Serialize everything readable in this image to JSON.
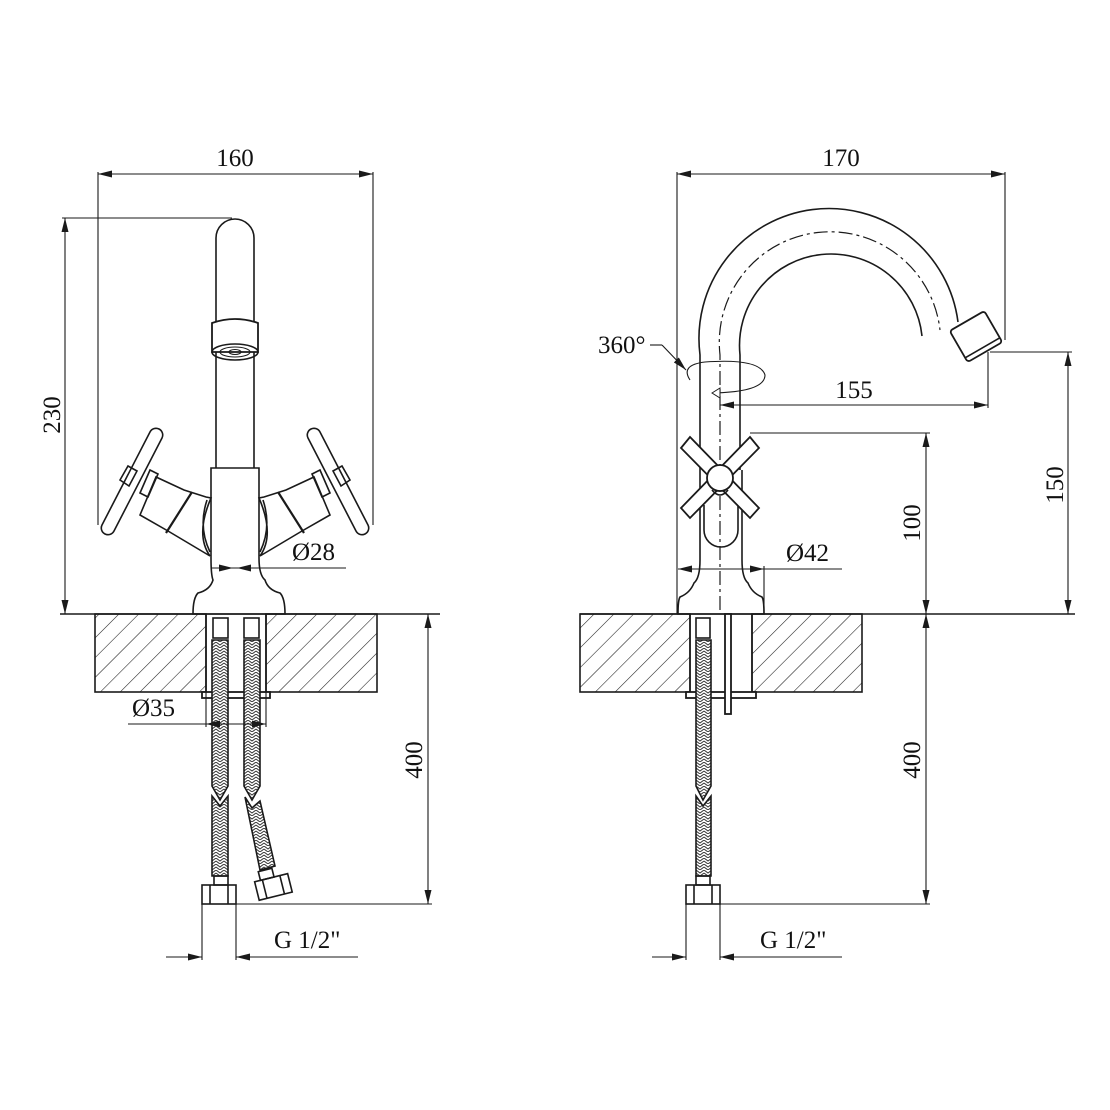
{
  "drawing": {
    "type": "technical-dimension-drawing",
    "subject": "two-handle basin mixer faucet",
    "line_color": "#1a1a1a",
    "background": "#ffffff"
  },
  "front_view": {
    "overall_width": "160",
    "overall_height": "230",
    "body_diameter": "Ø28",
    "mount_hole_diameter": "Ø35",
    "hose_length": "400",
    "connection_thread": "G 1/2\""
  },
  "side_view": {
    "spout_reach_total": "170",
    "spout_reach_axis": "155",
    "spout_rotation": "360°",
    "spout_outlet_height": "150",
    "handle_height": "100",
    "base_diameter": "Ø42",
    "hose_length": "400",
    "connection_thread": "G 1/2\""
  }
}
